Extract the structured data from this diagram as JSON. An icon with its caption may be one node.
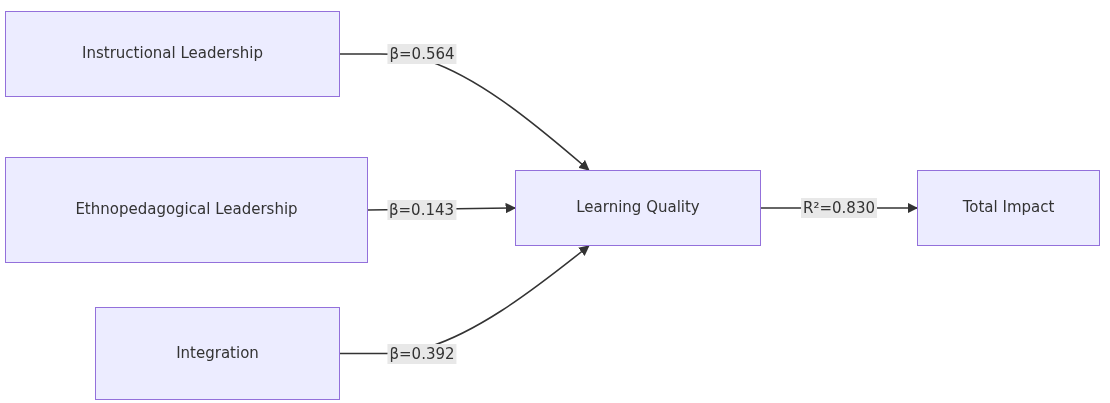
{
  "diagram": {
    "nodes": [
      {
        "text": [
          "Instructional Leadership"
        ]
      },
      {
        "text": [
          "Ethnopedagogical Leadership"
        ]
      },
      {
        "text": [
          "Integration"
        ]
      },
      {
        "text": [
          "Learning Quality"
        ]
      },
      {
        "text": [
          "Total Impact"
        ]
      }
    ],
    "edges": [
      {
        "from": 0,
        "to": 3,
        "arrow": "to",
        "label": "β=0.564"
      },
      {
        "from": 1,
        "to": 3,
        "arrow": "to",
        "label": "β=0.143"
      },
      {
        "from": 2,
        "to": 3,
        "arrow": "to",
        "label": "β=0.392"
      },
      {
        "from": 3,
        "to": 4,
        "arrow": "to",
        "label": "R²=0.830"
      }
    ]
  }
}
